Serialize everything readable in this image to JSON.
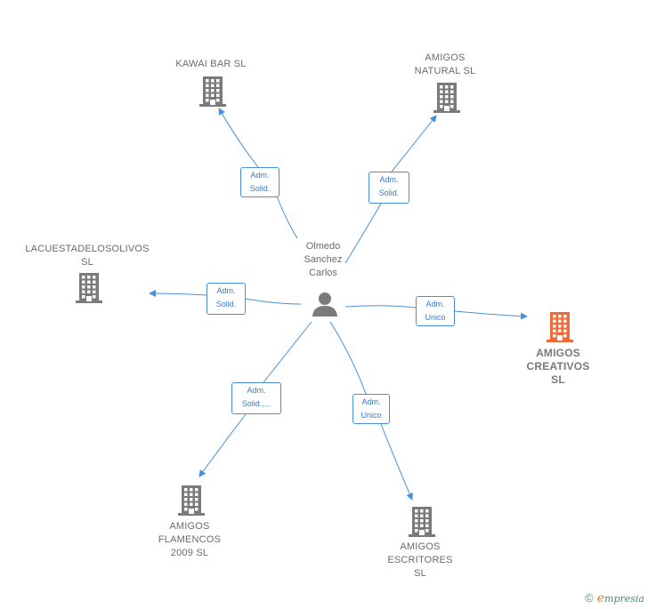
{
  "center": {
    "name_lines": [
      "Olmedo",
      "Sanchez",
      "Carlos"
    ]
  },
  "companies": [
    {
      "id": "kawai",
      "name_lines": [
        "KAWAI BAR  SL"
      ],
      "highlight": false,
      "role_lines": [
        "Adm.",
        "Solid."
      ]
    },
    {
      "id": "amigos-natural",
      "name_lines": [
        "AMIGOS",
        "NATURAL  SL"
      ],
      "highlight": false,
      "role_lines": [
        "Adm.",
        "Solid."
      ]
    },
    {
      "id": "lacuesta",
      "name_lines": [
        "LACUESTADELOSOLIVOS",
        "SL"
      ],
      "highlight": false,
      "role_lines": [
        "Adm.",
        "Solid."
      ]
    },
    {
      "id": "amigos-creativos",
      "name_lines": [
        "AMIGOS",
        "CREATIVOS",
        "SL"
      ],
      "highlight": true,
      "role_lines": [
        "Adm.",
        "Unico"
      ]
    },
    {
      "id": "amigos-flamencos",
      "name_lines": [
        "AMIGOS",
        "FLAMENCOS",
        "2009  SL"
      ],
      "highlight": false,
      "role_lines": [
        "Adm.",
        "Solid.,..."
      ]
    },
    {
      "id": "amigos-escritores",
      "name_lines": [
        "AMIGOS",
        "ESCRITORES",
        "SL"
      ],
      "highlight": false,
      "role_lines": [
        "Adm.",
        "Unico"
      ]
    }
  ],
  "colors": {
    "edge": "#4a90d9",
    "building": "#7a7a7a",
    "building_highlight": "#f06a3a",
    "person": "#7a7a7a"
  },
  "footer": {
    "copyright": "©",
    "brand_initial": "e",
    "brand_rest": "mpresia"
  }
}
